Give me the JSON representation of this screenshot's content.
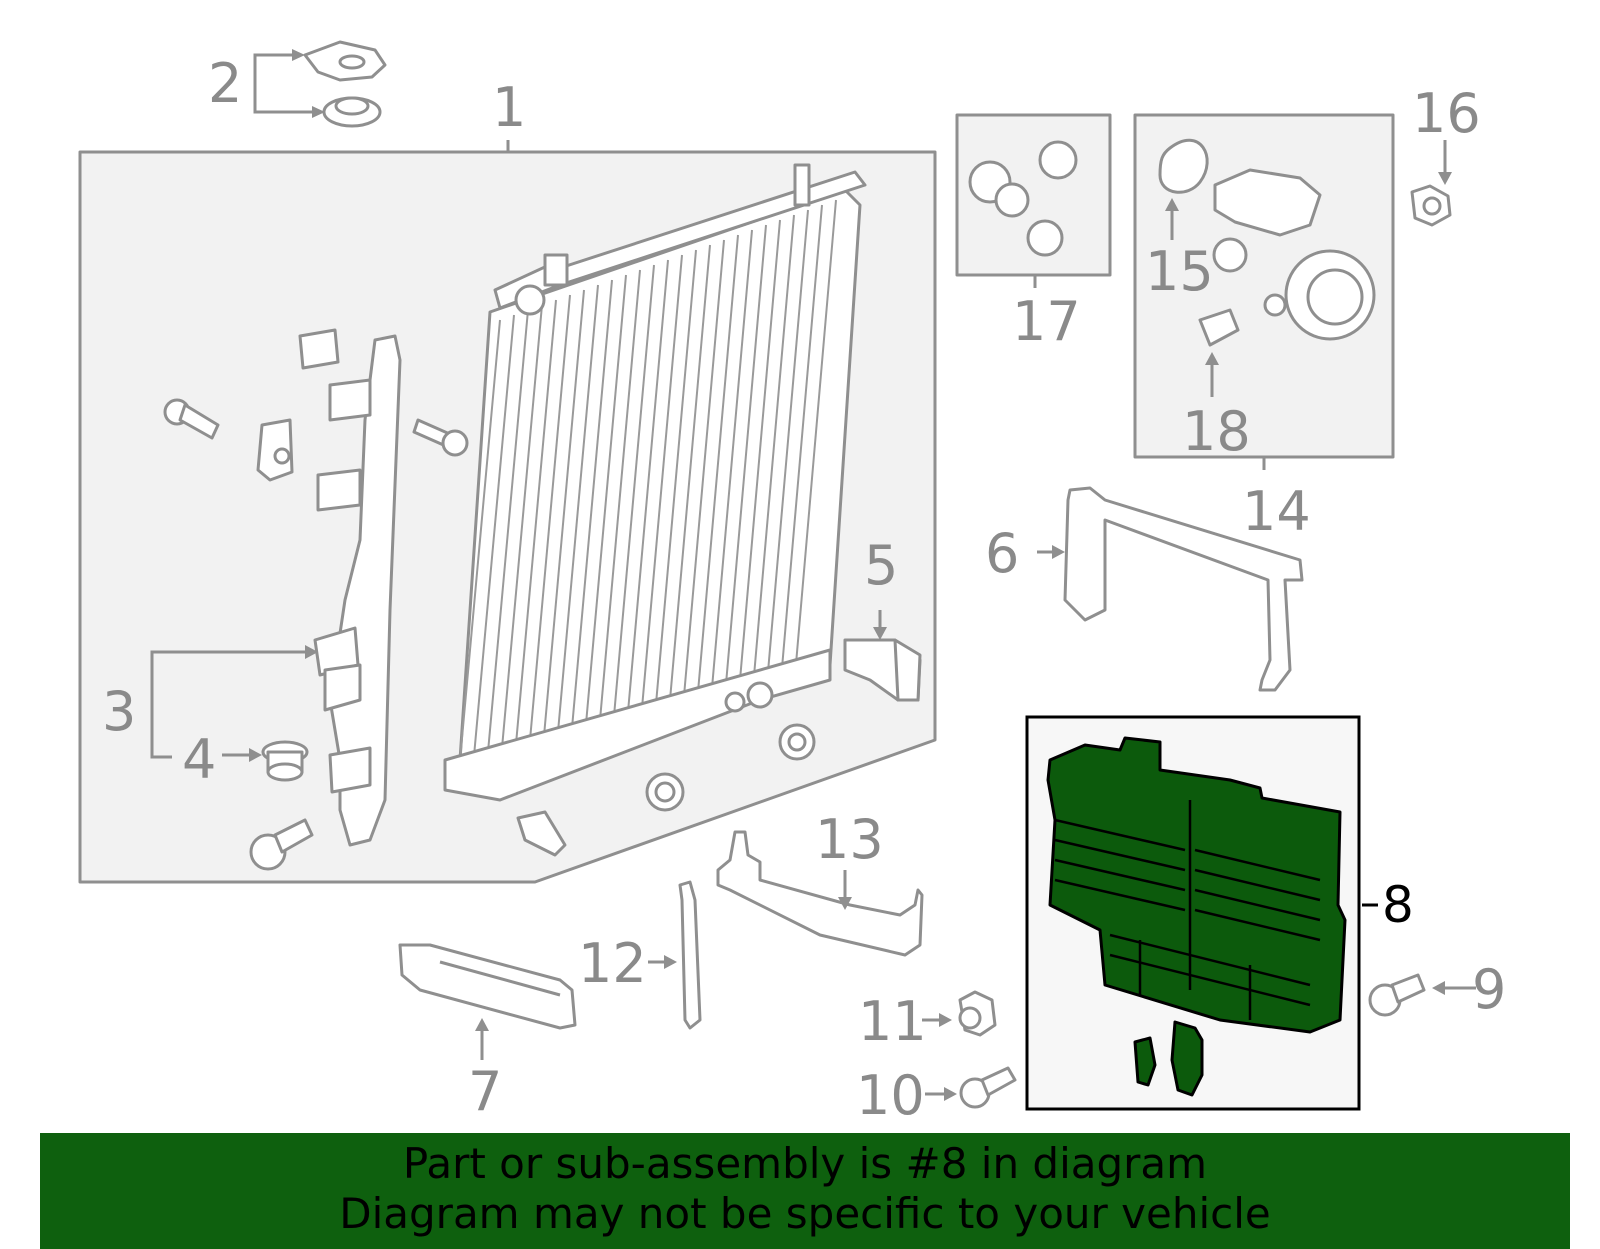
{
  "callouts": {
    "n1": "1",
    "n2": "2",
    "n3": "3",
    "n4": "4",
    "n5": "5",
    "n6": "6",
    "n7": "7",
    "n8": "8",
    "n9": "9",
    "n10": "10",
    "n11": "11",
    "n12": "12",
    "n13": "13",
    "n14": "14",
    "n15": "15",
    "n16": "16",
    "n17": "17",
    "n18": "18"
  },
  "highlight": {
    "part_number": "8",
    "color": "#0c5a0c"
  },
  "banner": {
    "line1": "Part or sub-assembly is #8 in diagram",
    "line2": "Diagram may not be specific to your vehicle",
    "background": "#0e600e"
  }
}
